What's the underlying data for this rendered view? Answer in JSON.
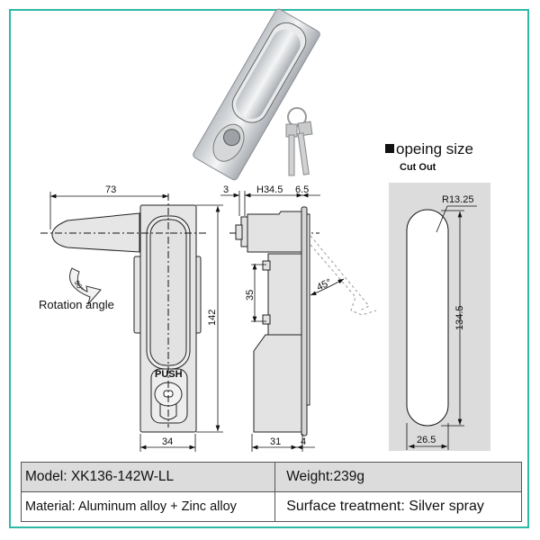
{
  "opening": {
    "title": "opeing size",
    "subtitle": "Cut Out"
  },
  "front_view": {
    "handle_length": "73",
    "height": "142",
    "width": "34",
    "push_label": "PUSH",
    "rotation_angle": "90°",
    "rotation_label": "Rotation angle"
  },
  "side_view": {
    "dim_3": "3",
    "dim_h": "H34.5",
    "dim_6_5": "6.5",
    "dim_35": "35",
    "angle": "45°",
    "dim_31": "31",
    "dim_4": "4"
  },
  "cutout": {
    "radius": "R13.25",
    "length": "134.5",
    "width": "26.5"
  },
  "specs": {
    "model": "Model: XK136-142W-LL",
    "weight": "Weight:239g",
    "material": "Material: Aluminum alloy + Zinc alloy",
    "surface": "Surface treatment: Silver spray"
  },
  "colors": {
    "frame": "#2fb8a4",
    "panel": "#dcdcdc",
    "metal": "#e3e3e3"
  }
}
